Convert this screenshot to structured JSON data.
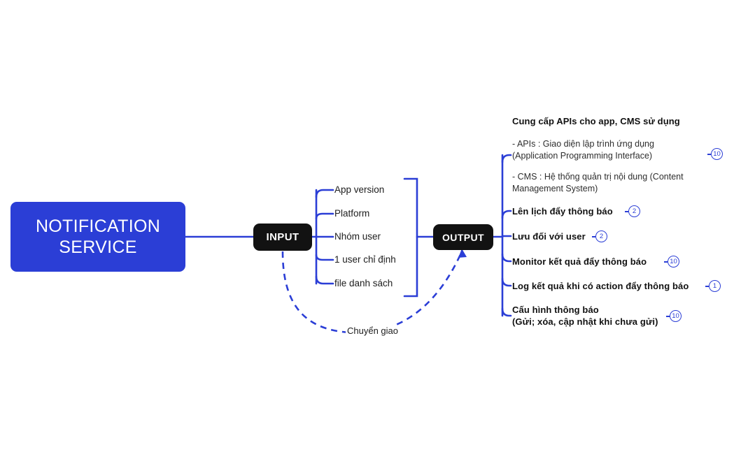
{
  "diagram": {
    "title": "Notification Service mindmap",
    "colors": {
      "accent_blue": "#2B3ED6",
      "node_black": "#121212",
      "text_dark": "#1d1d1d",
      "background": "#ffffff"
    },
    "root": {
      "label_line1": "NOTIFICATION",
      "label_line2": "SERVICE"
    },
    "nodes": {
      "input": "INPUT",
      "output": "OUTPUT"
    },
    "input_items": [
      {
        "label": "App version"
      },
      {
        "label": "Platform"
      },
      {
        "label": "Nhóm user"
      },
      {
        "label": "1 user chỉ định"
      },
      {
        "label": "file danh sách"
      }
    ],
    "dashed_edge": {
      "label": "Chuyển giao"
    },
    "output_heading": "Cung cấp APIs cho app, CMS sử dụng",
    "output_items": [
      {
        "title_line1": "- APIs : Giao diện lập trình ứng dụng",
        "title_line2": "(Application Programming Interface)",
        "badge": "10",
        "bold": false
      },
      {
        "title_line1": "- CMS : Hệ thống quản trị nội dung (Content",
        "title_line2": "Management System)",
        "badge": "",
        "bold": false
      },
      {
        "title_line1": "Lên lịch đẩy thông báo",
        "title_line2": "",
        "badge": "2",
        "bold": true
      },
      {
        "title_line1": "Lưu đối với user",
        "title_line2": "",
        "badge": "2",
        "bold": true
      },
      {
        "title_line1": "Monitor kết quả đẩy thông báo",
        "title_line2": "",
        "badge": "10",
        "bold": true
      },
      {
        "title_line1": "Log kết quả khi có action đẩy thông báo",
        "title_line2": "",
        "badge": "1",
        "bold": true
      },
      {
        "title_line1": "Cấu hình thông báo",
        "title_line2": "(Gửi; xóa, cập nhật khi chưa gửi)",
        "badge": "10",
        "bold": true
      }
    ]
  }
}
